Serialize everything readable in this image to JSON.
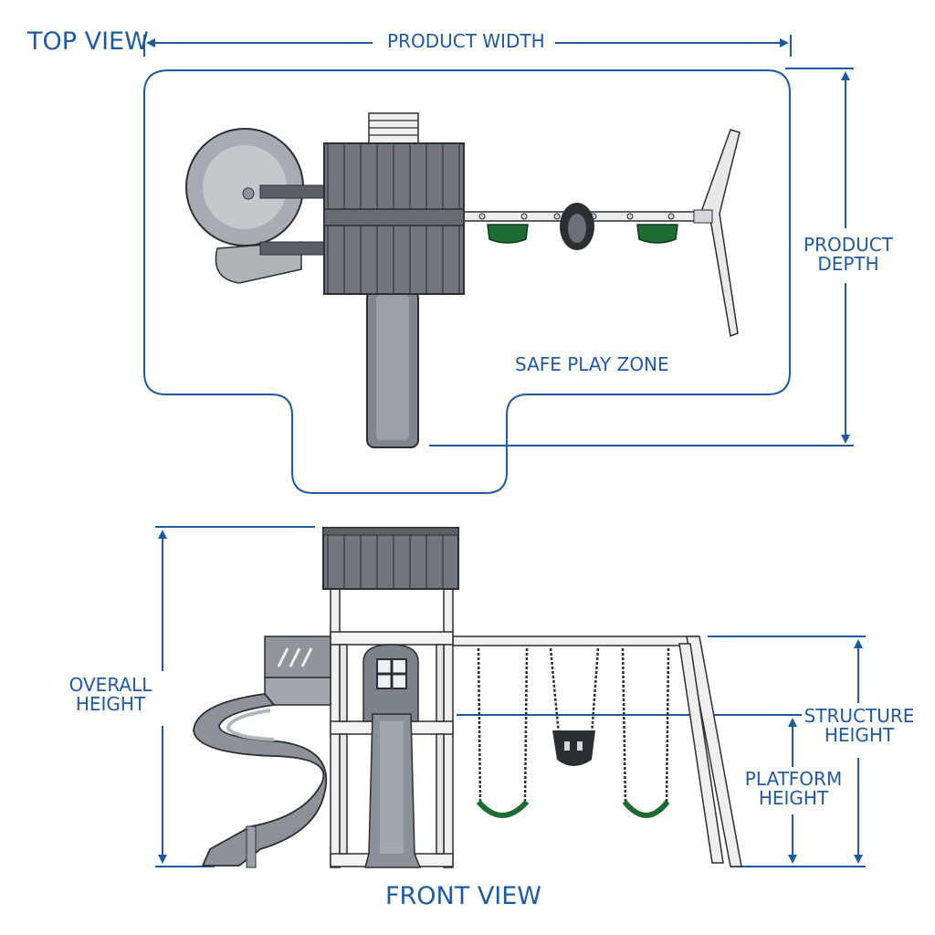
{
  "diagram": {
    "top_view": {
      "title": "TOP VIEW",
      "width_label": "PRODUCT WIDTH",
      "depth_label_line1": "PRODUCT",
      "depth_label_line2": "DEPTH",
      "zone_label": "SAFE PLAY ZONE"
    },
    "front_view": {
      "title": "FRONT VIEW",
      "overall_height_line1": "OVERALL",
      "overall_height_line2": "HEIGHT",
      "structure_height_line1": "STRUCTURE",
      "structure_height_line2": "HEIGHT",
      "platform_height_line1": "PLATFORM",
      "platform_height_line2": "HEIGHT"
    },
    "colors": {
      "dimension_blue": "#1f5aa6",
      "roof_gray": "#6f747b",
      "slide_gray": "#8e949b",
      "swing_seat_green": "#1f6b34",
      "frame_white": "#f2f2f2",
      "outline": "#2b2f33"
    }
  }
}
